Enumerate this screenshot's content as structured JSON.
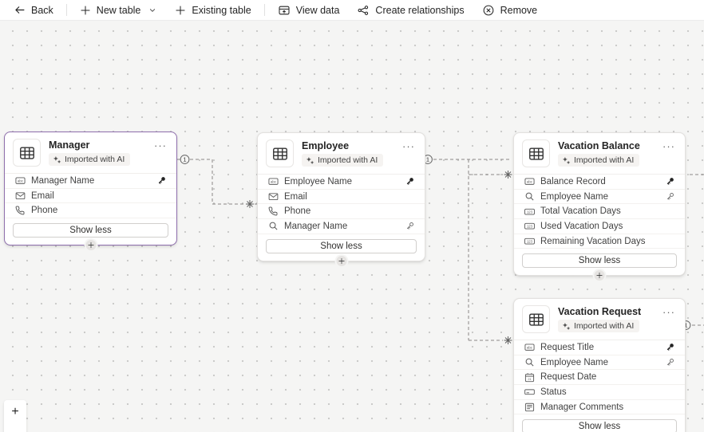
{
  "toolbar": {
    "back_label": "Back",
    "new_table_label": "New table",
    "existing_table_label": "Existing table",
    "view_data_label": "View data",
    "create_relationships_label": "Create relationships",
    "remove_label": "Remove"
  },
  "ui": {
    "more_glyph": "···"
  },
  "tables": [
    {
      "name": "Manager",
      "ai_badge": "Imported with AI",
      "show_less_label": "Show less",
      "selected": true,
      "fields": [
        {
          "label": "Manager Name",
          "icon": "text-field",
          "indicator": "primary-key"
        },
        {
          "label": "Email",
          "icon": "email"
        },
        {
          "label": "Phone",
          "icon": "phone"
        }
      ]
    },
    {
      "name": "Employee",
      "ai_badge": "Imported with AI",
      "show_less_label": "Show less",
      "selected": false,
      "fields": [
        {
          "label": "Employee Name",
          "icon": "text-field",
          "indicator": "primary-key"
        },
        {
          "label": "Email",
          "icon": "email"
        },
        {
          "label": "Phone",
          "icon": "phone"
        },
        {
          "label": "Manager Name",
          "icon": "lookup",
          "indicator": "lookup-key"
        }
      ]
    },
    {
      "name": "Vacation Balance",
      "ai_badge": "Imported with AI",
      "show_less_label": "Show less",
      "selected": false,
      "fields": [
        {
          "label": "Balance Record",
          "icon": "text-field",
          "indicator": "primary-key"
        },
        {
          "label": "Employee Name",
          "icon": "lookup",
          "indicator": "lookup-key"
        },
        {
          "label": "Total Vacation Days",
          "icon": "number"
        },
        {
          "label": "Used Vacation Days",
          "icon": "number"
        },
        {
          "label": "Remaining Vacation Days",
          "icon": "number"
        }
      ]
    },
    {
      "name": "Vacation Request",
      "ai_badge": "Imported with AI",
      "show_less_label": "Show less",
      "selected": false,
      "fields": [
        {
          "label": "Request Title",
          "icon": "text-field",
          "indicator": "primary-key"
        },
        {
          "label": "Employee Name",
          "icon": "lookup",
          "indicator": "lookup-key"
        },
        {
          "label": "Request Date",
          "icon": "date"
        },
        {
          "label": "Status",
          "icon": "choice"
        },
        {
          "label": "Manager Comments",
          "icon": "multiline-text"
        }
      ]
    }
  ],
  "relationships": {
    "one_markers": [
      "1",
      "1",
      "1"
    ],
    "many_marker": "asterisk"
  },
  "zoom_controls": {
    "zoom_in_label": "+",
    "zoom_out_label": "−"
  },
  "colors": {
    "selected_card_border": "#8f6fad",
    "connector": "#8a8886",
    "canvas_bg": "#f5f5f4",
    "card_bg": "#ffffff",
    "badge_bg": "#f5f3f1"
  }
}
